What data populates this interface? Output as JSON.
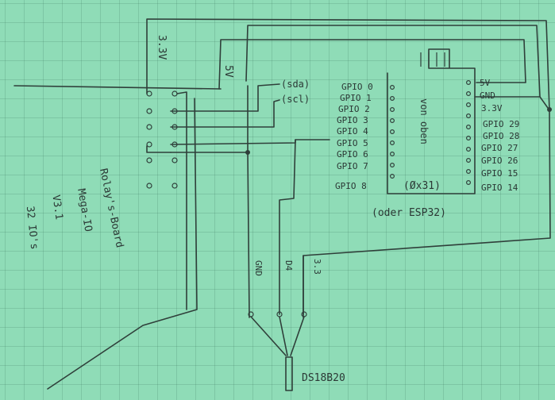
{
  "labels": {
    "v33_top": "3.3V",
    "v5_top": "5V",
    "sda": "(sda)",
    "scl": "(scl)",
    "right_5v": "5V",
    "right_gnd": "GND",
    "right_33v": "3.3V",
    "von_oben": "von oben",
    "chip_id": "(Øx31)",
    "oder": "(oder ESP32)",
    "board_line1": "Rolay's-Board",
    "board_line2": "Mega-IO",
    "board_line3": "V3.1",
    "board_line4": "32 IO's",
    "sensor_gnd": "GND",
    "sensor_d4": "D4",
    "sensor_33": "3.3",
    "sensor_name": "DS18B20"
  },
  "gpio_left": [
    "GPIO 0",
    "GPIO 1",
    "GPIO 2",
    "GPIO 3",
    "GPIO 4",
    "GPIO 5",
    "GPIO 6",
    "GPIO 7",
    "GPIO 8"
  ],
  "gpio_right": [
    "GPIO 29",
    "GPIO 28",
    "GPIO 27",
    "GPIO 26",
    "GPIO 15",
    "GPIO 14"
  ]
}
